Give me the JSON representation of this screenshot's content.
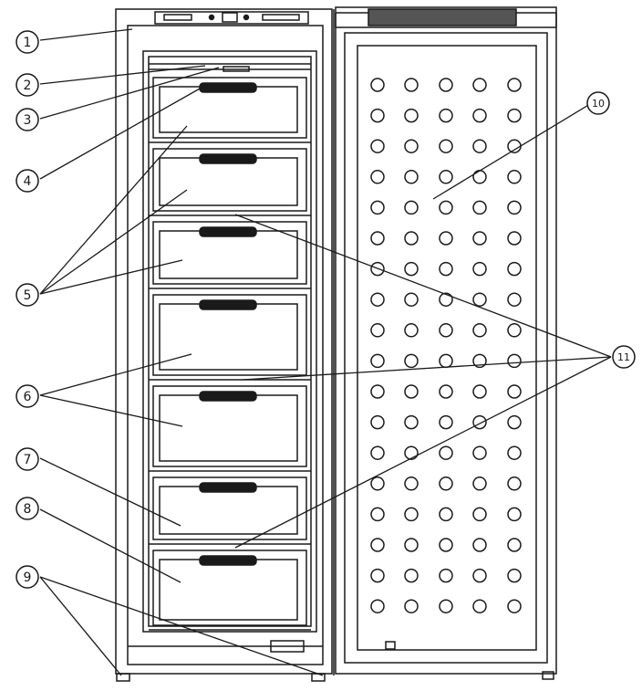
{
  "callouts": [
    {
      "id": "c1",
      "label": "1"
    },
    {
      "id": "c2",
      "label": "2"
    },
    {
      "id": "c3",
      "label": "3"
    },
    {
      "id": "c4",
      "label": "4"
    },
    {
      "id": "c5",
      "label": "5"
    },
    {
      "id": "c6",
      "label": "6"
    },
    {
      "id": "c7",
      "label": "7"
    },
    {
      "id": "c8",
      "label": "8"
    },
    {
      "id": "c9",
      "label": "9"
    },
    {
      "id": "c10",
      "label": "10"
    },
    {
      "id": "c11",
      "label": "11"
    }
  ],
  "colors": {
    "stroke": "#1a1a1a",
    "handle": "#1a1a1a",
    "background": "#ffffff"
  }
}
